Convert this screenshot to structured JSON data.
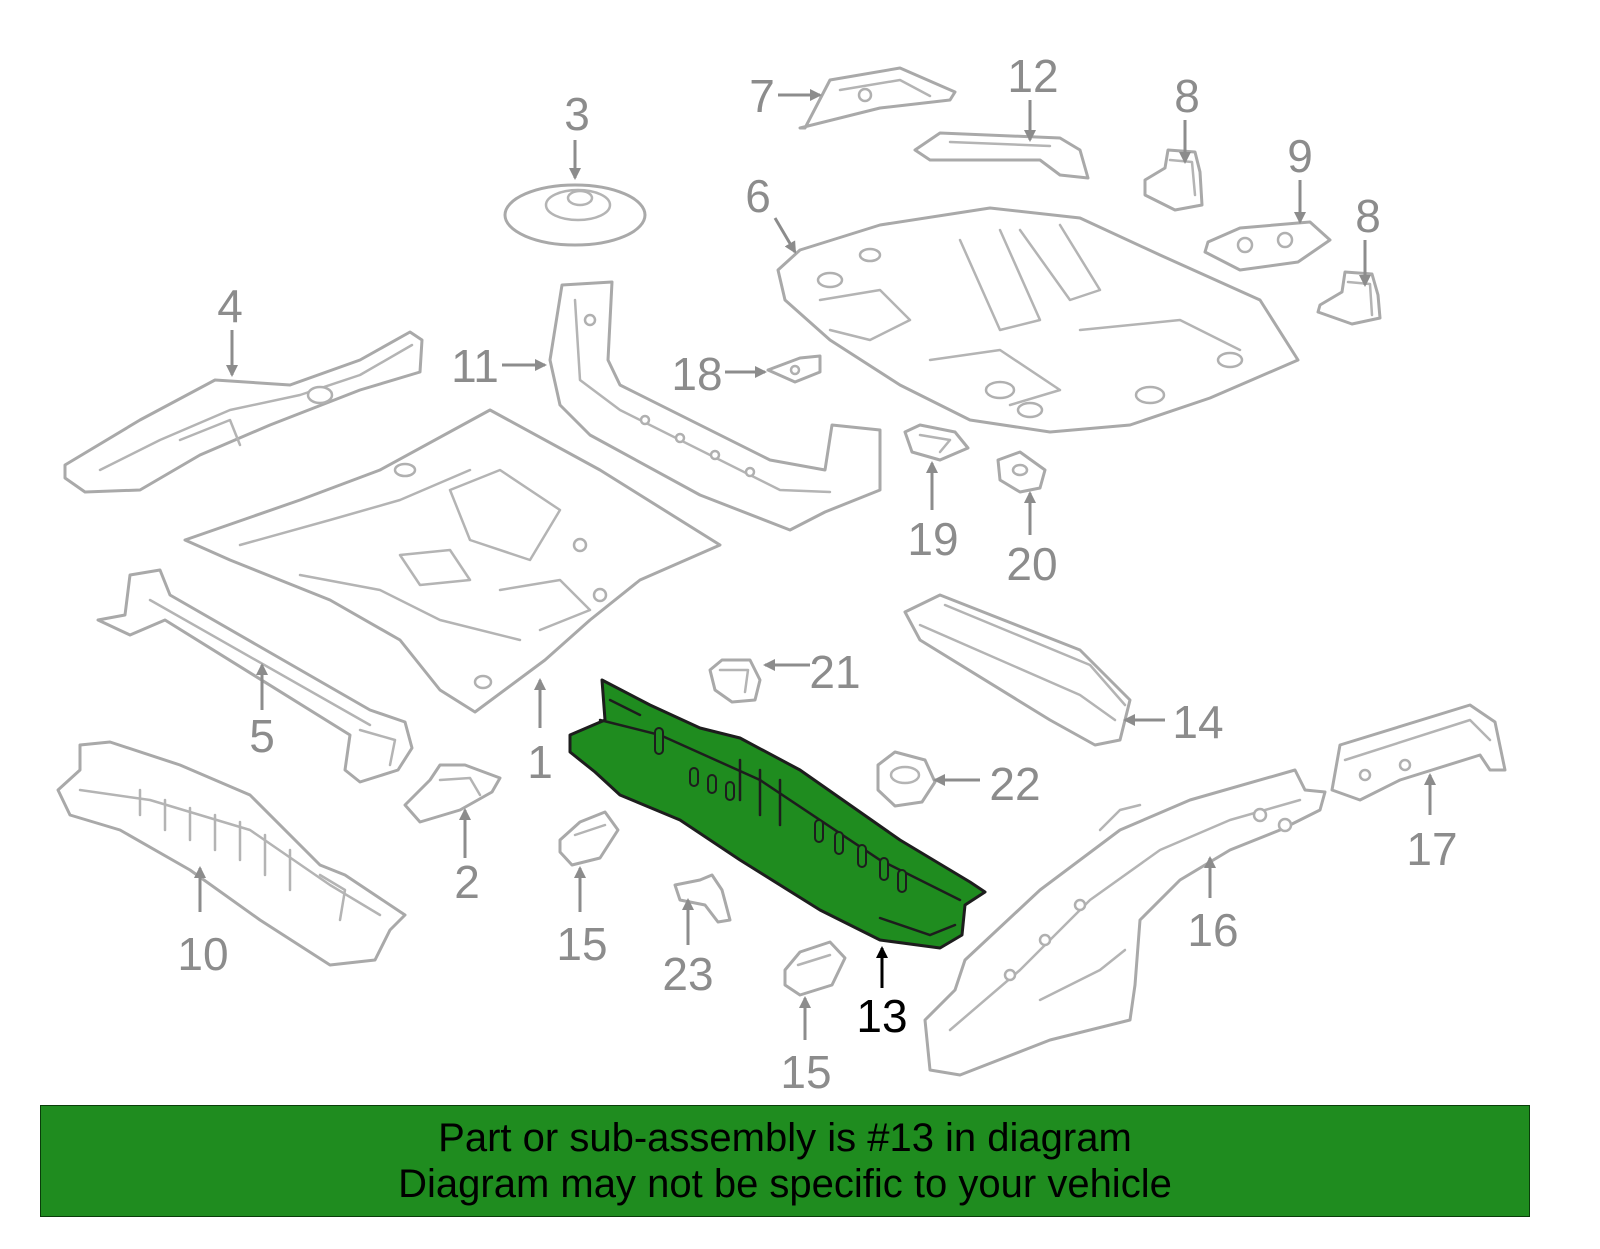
{
  "colors": {
    "highlight": "#1f8c1f",
    "banner_background": "#1f8c1f",
    "part_outline": "#a9a9a9",
    "label_gray": "#8c8c8c"
  },
  "highlighted_part": "13",
  "labels": {
    "p1": "1",
    "p2": "2",
    "p3": "3",
    "p4": "4",
    "p5": "5",
    "p6": "6",
    "p7": "7",
    "p8a": "8",
    "p8b": "8",
    "p9": "9",
    "p10": "10",
    "p11": "11",
    "p12": "12",
    "p13": "13",
    "p14": "14",
    "p15a": "15",
    "p15b": "15",
    "p16": "16",
    "p17": "17",
    "p18": "18",
    "p19": "19",
    "p20": "20",
    "p21": "21",
    "p22": "22",
    "p23": "23"
  },
  "banner": {
    "line1": "Part or sub-assembly is #13 in diagram",
    "line2": "Diagram may not be specific to your vehicle"
  }
}
